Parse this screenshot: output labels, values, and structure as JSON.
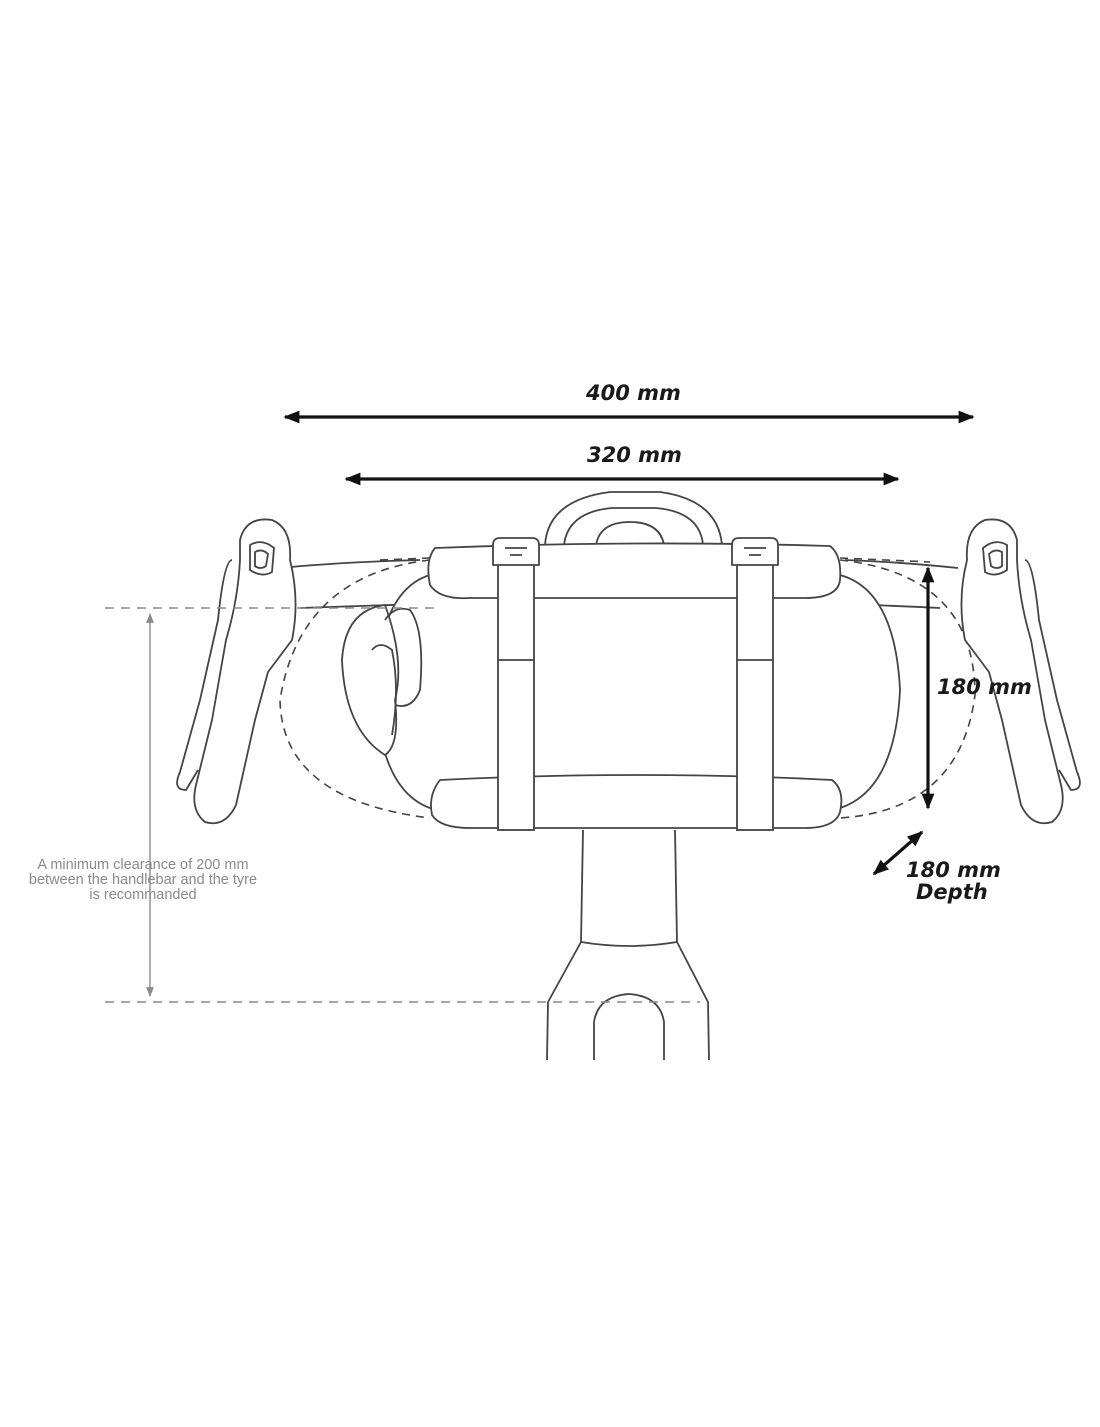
{
  "colors": {
    "drawing": "#444444",
    "dimension": "#111111",
    "clearance": "#8a8a8a"
  },
  "dimensions": {
    "total_width": "400 mm",
    "bag_width": "320 mm",
    "height": "180 mm",
    "depth_value": "180 mm",
    "depth_label": "Depth"
  },
  "clearance_note": {
    "line1": "A minimum clearance of 200 mm",
    "line2": "between the handlebar and the tyre",
    "line3": "is recommanded"
  },
  "icons": [
    "handlebar-icon",
    "bag-icon",
    "buckle-icon",
    "double-arrow-icon"
  ]
}
